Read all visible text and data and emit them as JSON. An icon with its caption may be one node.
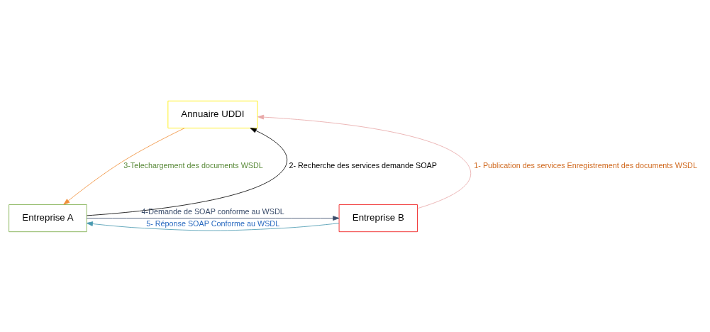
{
  "diagram": {
    "nodes": [
      {
        "text": [
          "Annuaire UDDI"
        ]
      },
      {
        "text": [
          "Entreprise A"
        ]
      },
      {
        "text": [
          "Entreprise B"
        ]
      }
    ],
    "edges": [
      {
        "from": 2,
        "to": 0,
        "arrow": "to",
        "label": "1- Publication des services Enregistrement des documents WSDL",
        "color": "#e8a8a8"
      },
      {
        "from": 1,
        "to": 0,
        "arrow": "to",
        "label": "2- Recherche des services demande SOAP",
        "color": "#000000"
      },
      {
        "from": 0,
        "to": 1,
        "arrow": "to",
        "label": "3-Telechargement des documents WSDL",
        "color": "#f0903a"
      },
      {
        "from": 1,
        "to": 2,
        "arrow": "to",
        "label": "4-Demande de SOAP conforme au WSDL",
        "color": "#3b4d6b"
      },
      {
        "from": 2,
        "to": 1,
        "arrow": "to",
        "label": "5- Réponse SOAP Conforme au WSDL",
        "color": "#4a9ab0"
      }
    ]
  }
}
